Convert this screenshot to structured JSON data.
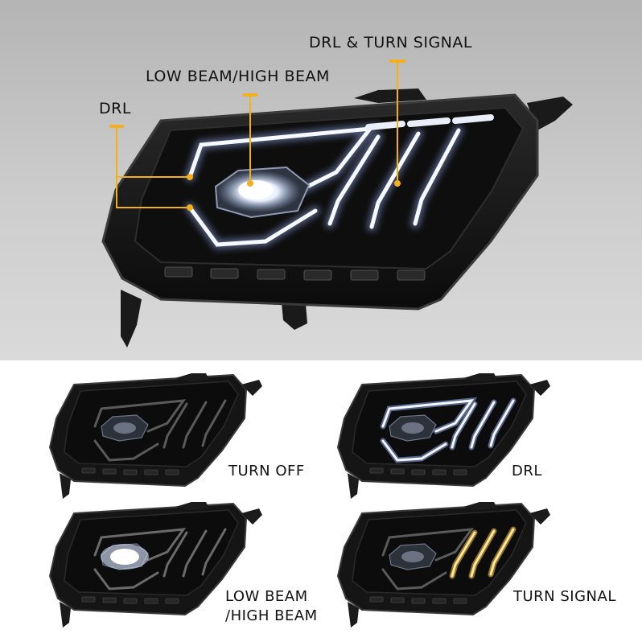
{
  "hero": {
    "callouts": {
      "drl": "DRL",
      "low_high_beam": "LOW BEAM/HIGH BEAM",
      "drl_turn_signal": "DRL & TURN SIGNAL"
    },
    "accent_color": "#f3b01c"
  },
  "states": {
    "turn_off": {
      "label": "TURN OFF"
    },
    "drl": {
      "label": "DRL"
    },
    "beam": {
      "label_line1": "LOW BEAM",
      "label_line2": "/HIGH BEAM"
    },
    "turn_signal": {
      "label": "TURN SIGNAL"
    }
  },
  "colors": {
    "led_white": "#f2f6ff",
    "turn_amber": "#f8c843",
    "housing": "#141414"
  }
}
